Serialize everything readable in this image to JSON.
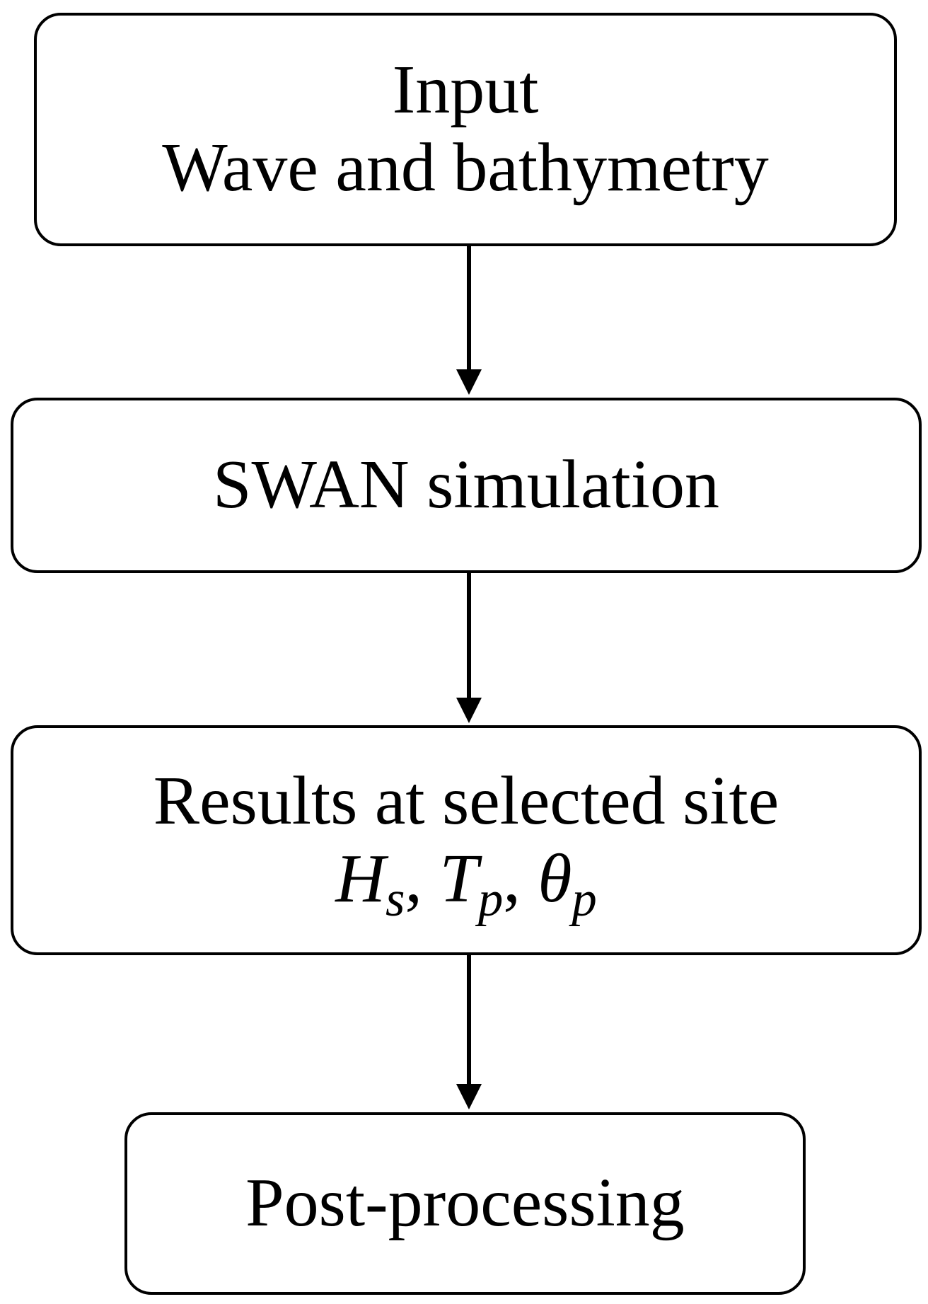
{
  "nodes": {
    "input": {
      "line1": "Input",
      "line2": "Wave and bathymetry"
    },
    "swan": {
      "label": "SWAN simulation"
    },
    "results": {
      "line1": "Results at selected site",
      "params": [
        {
          "symbol": "H",
          "subscript": "s"
        },
        {
          "symbol": "T",
          "subscript": "p"
        },
        {
          "symbol": "θ",
          "subscript": "p"
        }
      ],
      "separator": ","
    },
    "post": {
      "label": "Post-processing"
    }
  },
  "edges": [
    {
      "from": "input",
      "to": "swan"
    },
    {
      "from": "swan",
      "to": "results"
    },
    {
      "from": "results",
      "to": "post"
    }
  ],
  "colors": {
    "stroke": "#000000",
    "fill": "#ffffff",
    "text": "#000000"
  }
}
